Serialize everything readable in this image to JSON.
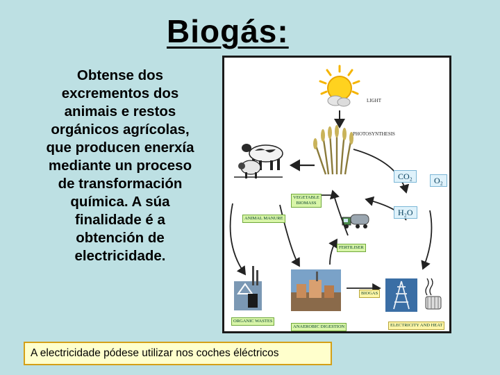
{
  "title": "Biogás:",
  "description": "Obtense dos excrementos dos animais e restos orgánicos agrícolas, que producen enerxía mediante un proceso de transformación química. A súa finalidade é a obtención de electricidade.",
  "diagram": {
    "labels": {
      "light": "LIGHT",
      "photosynthesis": "PHOTOSYNTHESIS",
      "co2": "CO₂",
      "o2": "O₂",
      "h2o": "H₂O",
      "vegetable_biomass": "VEGETABLE BIOMASS",
      "animal_manure": "ANIMAL MANURE",
      "fertiliser": "FERTILISER",
      "organic_wastes": "ORGANIC WASTES",
      "anaerobic_digestion": "ANAEROBIC DIGESTION",
      "biogas": "BIOGAS",
      "electricity_and_heat": "ELECTRICITY AND HEAT"
    }
  },
  "footer": "A electricidade pódese utilizar nos coches éléctricos",
  "colors": {
    "background": "#bde0e3",
    "footer_bg": "#ffffcc",
    "footer_border": "#d4a017",
    "label_green": "#d8f5a8",
    "label_yellow": "#fff6a8",
    "label_blue": "#dff2fb"
  }
}
